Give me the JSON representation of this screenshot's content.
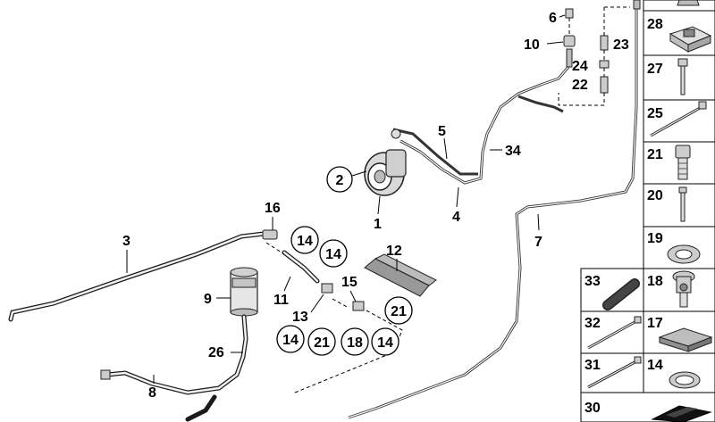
{
  "callouts": {
    "c1": "1",
    "c2": "2",
    "c3": "3",
    "c4": "4",
    "c5": "5",
    "c6": "6",
    "c7": "7",
    "c8": "8",
    "c9": "9",
    "c10": "10",
    "c11": "11",
    "c12": "12",
    "c13": "13",
    "c14a": "14",
    "c14b": "14",
    "c14c": "14",
    "c14d": "14",
    "c15": "15",
    "c16": "16",
    "c18": "18",
    "c21a": "21",
    "c21b": "21",
    "c22": "22",
    "c23": "23",
    "c24": "24",
    "c26": "26",
    "c34": "34"
  },
  "parts_panel": {
    "p28": "28",
    "p27": "27",
    "p25": "25",
    "p21": "21",
    "p20": "20",
    "p19": "19",
    "p18": "18",
    "p33": "33",
    "p17": "17",
    "p32": "32",
    "p31": "31",
    "p14": "14",
    "p30": "30"
  }
}
